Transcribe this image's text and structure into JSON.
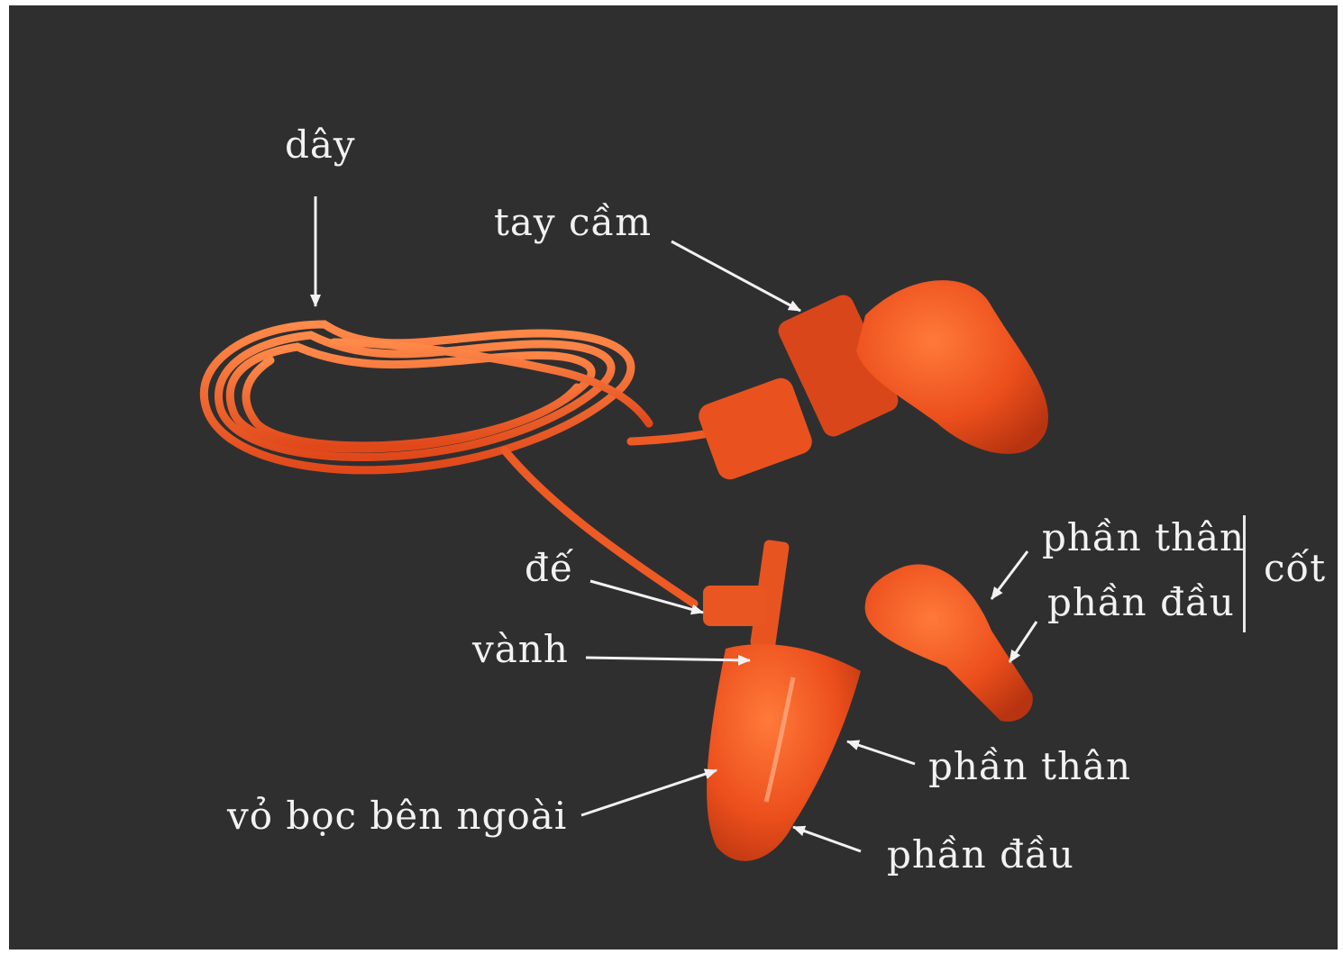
{
  "colors": {
    "background": "#2f2f30",
    "plug_orange": "#f0551e",
    "label_text": "#f2f2f2"
  },
  "labels": {
    "cord": "dây",
    "handle": "tay cầm",
    "base": "đế",
    "rim": "vành",
    "outer_shell": "vỏ bọc bên ngoài",
    "body": "phần thân",
    "tip": "phần đầu",
    "core_body": "phần thân",
    "core_tip": "phần đầu",
    "core": "cốt"
  }
}
